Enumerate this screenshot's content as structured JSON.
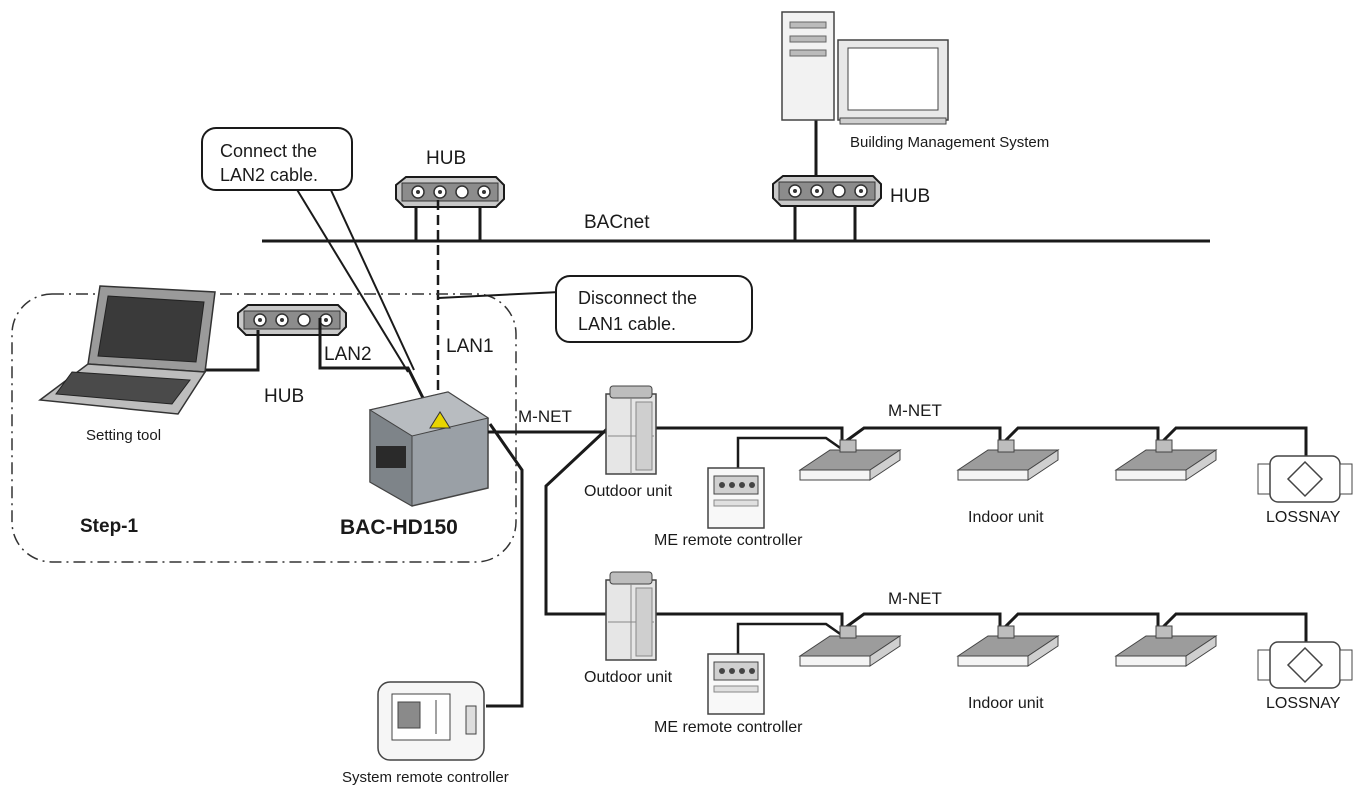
{
  "labels": {
    "bms": "Building Management System",
    "hub": "HUB",
    "bacnet": "BACnet",
    "callout_lan2": [
      "Connect the",
      "LAN2 cable."
    ],
    "callout_lan1": [
      "Disconnect the",
      "LAN1 cable."
    ],
    "lan1": "LAN1",
    "lan2": "LAN2",
    "setting_tool": "Setting tool",
    "step": "Step-1",
    "device": "BAC-HD150",
    "mnet": "M-NET",
    "outdoor_unit": "Outdoor unit",
    "indoor_unit": "Indoor unit",
    "me_remote": "ME remote controller",
    "lossnay": "LOSSNAY",
    "system_remote": "System remote controller"
  },
  "colors": {
    "line": "#1a1a1a",
    "hub_fill": "#8c8c8c",
    "device_fill": "#9aa0a6",
    "unit_fill": "#d8d8d8"
  }
}
